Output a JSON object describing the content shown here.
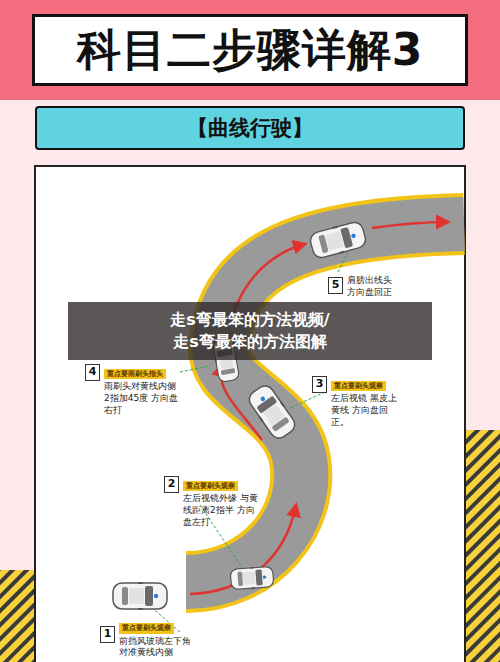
{
  "diagram": {
    "title": "科目二步骤详解3",
    "nodes": [
      {
        "text": [
          "【曲线行驶】"
        ]
      },
      {
        "text": [
          "重点要刷头观察",
          "前挡风玻璃左下角 对准黄线内侧"
        ]
      },
      {
        "text": [
          "重点要刷头观察",
          "左后视镜外缘 与黄线距离2指半 方向盘左打"
        ]
      },
      {
        "text": [
          "重点要刷头观察",
          "左后视镜 黑皮上黄线 方向盘回正。"
        ]
      },
      {
        "text": [
          "重点要雨刷头指头",
          "雨刷头对黄线内侧 2指加45度 方向盘右打"
        ]
      },
      {
        "text": [
          "肩膀出线头 方向盘回正"
        ]
      },
      {
        "text": [
          "走s弯最笨的方法视频/走s弯最笨的方法图解"
        ]
      }
    ],
    "labels": [
      "1",
      "2",
      "3",
      "4",
      "5"
    ]
  }
}
